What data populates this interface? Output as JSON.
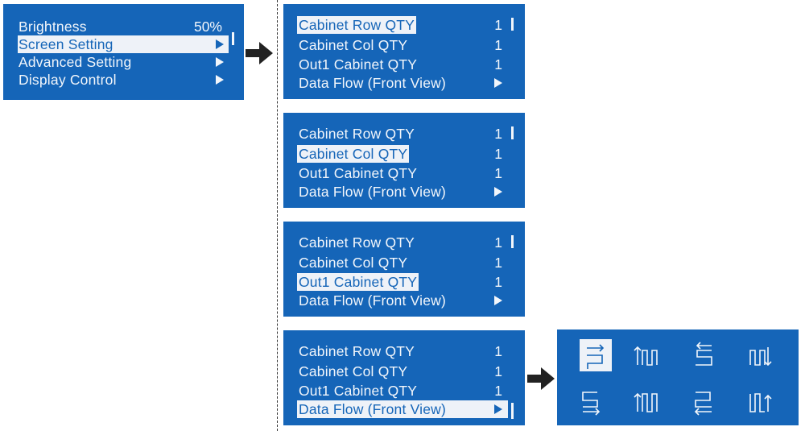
{
  "main_menu": {
    "items": [
      {
        "label": "Brightness",
        "value": "50%"
      },
      {
        "label": "Screen Setting"
      },
      {
        "label": "Advanced Setting"
      },
      {
        "label": "Display  Control"
      }
    ]
  },
  "screen_menu": {
    "items": [
      {
        "label": "Cabinet Row QTY",
        "value": "1"
      },
      {
        "label": "Cabinet Col QTY",
        "value": "1"
      },
      {
        "label": "Out1 Cabinet QTY",
        "value": "1"
      },
      {
        "label": "Data Flow (Front View)"
      }
    ]
  },
  "data_flow_options": [
    {
      "icon": "flow-right-then-left-down-icon"
    },
    {
      "icon": "flow-up-down-up-icon"
    },
    {
      "icon": "flow-left-then-right-down-icon"
    },
    {
      "icon": "flow-down-up-down-icon"
    },
    {
      "icon": "flow-right-up-then-left-icon"
    },
    {
      "icon": "flow-down-up-down-right-icon"
    },
    {
      "icon": "flow-left-up-then-right-icon"
    },
    {
      "icon": "flow-down-up-up-icon"
    }
  ],
  "colors": {
    "panel": "#1565b8",
    "text": "#f2f6fb",
    "highlight": "#eef2f8"
  }
}
